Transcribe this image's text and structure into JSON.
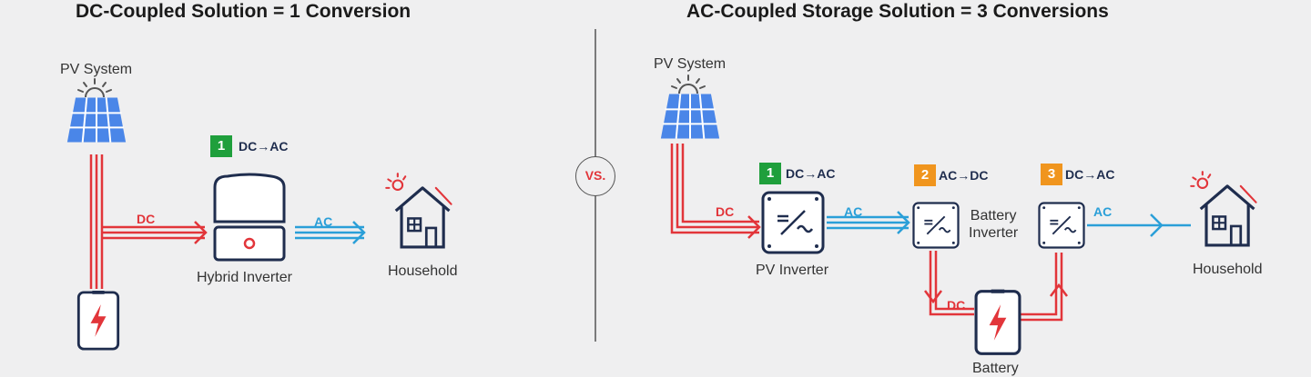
{
  "left": {
    "title": "DC-Coupled Solution = 1 Conversion",
    "pv_label": "PV System",
    "step": {
      "number": "1",
      "conversion": "DC→AC"
    },
    "inverter_label": "Hybrid Inverter",
    "household_label": "Household",
    "dc_label": "DC",
    "ac_label": "AC"
  },
  "vs_label": "VS.",
  "right": {
    "title": "AC-Coupled Storage Solution = 3 Conversions",
    "pv_label": "PV System",
    "steps": [
      {
        "number": "1",
        "conversion": "DC→AC",
        "color": "#1f9f3c"
      },
      {
        "number": "2",
        "conversion": "AC→DC",
        "color": "#f0951e"
      },
      {
        "number": "3",
        "conversion": "DC→AC",
        "color": "#f0951e"
      }
    ],
    "pv_inverter_label": "PV Inverter",
    "battery_inverter_label": "Battery\nInverter",
    "household_label": "Household",
    "dc_label_1": "DC",
    "ac_label_1": "AC",
    "dc_label_2": "DC",
    "ac_label_2": "AC",
    "battery_label": "Battery"
  },
  "colors": {
    "dc": "#e2353a",
    "ac": "#2a9fd8",
    "panel": "#4a86e8",
    "icon": "#1f2d4e"
  }
}
